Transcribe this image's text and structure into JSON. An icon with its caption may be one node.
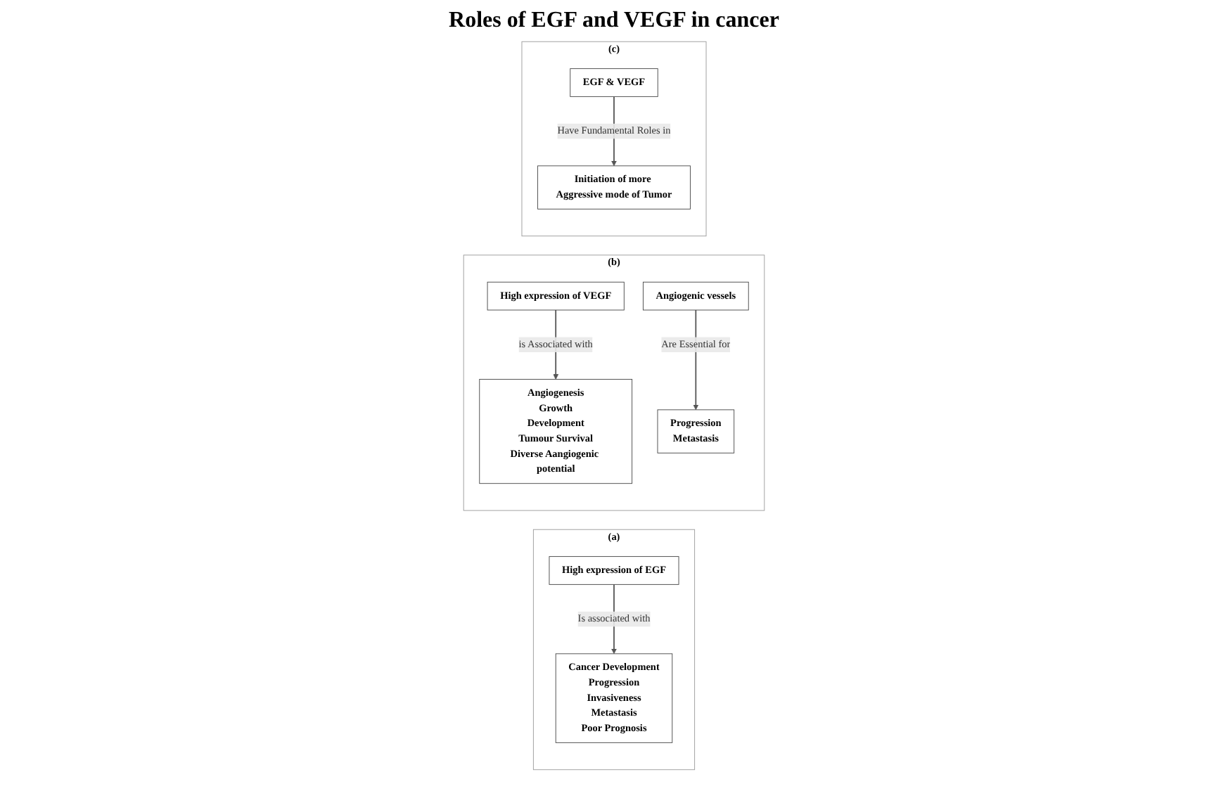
{
  "diagram": {
    "title": "Roles of EGF and VEGF in cancer",
    "nodes": [
      {
        "text": [
          "(a)"
        ]
      },
      {
        "text": [
          "High expression of EGF"
        ],
        "in": 0
      },
      {
        "text": [
          "Cancer  Development",
          "Progression",
          "Invasiveness",
          "Metastasis",
          "Poor Prognosis"
        ],
        "in": 0
      },
      {
        "text": [
          "(b)"
        ]
      },
      {
        "text": [
          "High expression of VEGF"
        ],
        "in": 3
      },
      {
        "text": [
          "Angiogenesis",
          "Growth",
          "Development",
          "Tumour Survival",
          "Diverse Aangiogenic potential"
        ],
        "in": 3
      },
      {
        "text": [
          "Angiogenic vessels"
        ],
        "in": 3
      },
      {
        "text": [
          "Progression",
          "Metastasis"
        ],
        "in": 3
      },
      {
        "text": [
          "(c)"
        ]
      },
      {
        "text": [
          "EGF & VEGF"
        ],
        "in": 8
      },
      {
        "text": [
          "Initiation of more Aggressive mode of Tumor"
        ],
        "in": 8
      }
    ],
    "edges": [
      {
        "from": 1,
        "to": 2,
        "arrow": "to",
        "label": "Is associated with"
      },
      {
        "from": 4,
        "to": 5,
        "arrow": "to",
        "label": "is Associated with"
      },
      {
        "from": 6,
        "to": 7,
        "arrow": "to",
        "label": "Are Essential for"
      },
      {
        "from": 9,
        "to": 10,
        "arrow": "to",
        "label": "Have Fundamental Roles in"
      }
    ]
  }
}
